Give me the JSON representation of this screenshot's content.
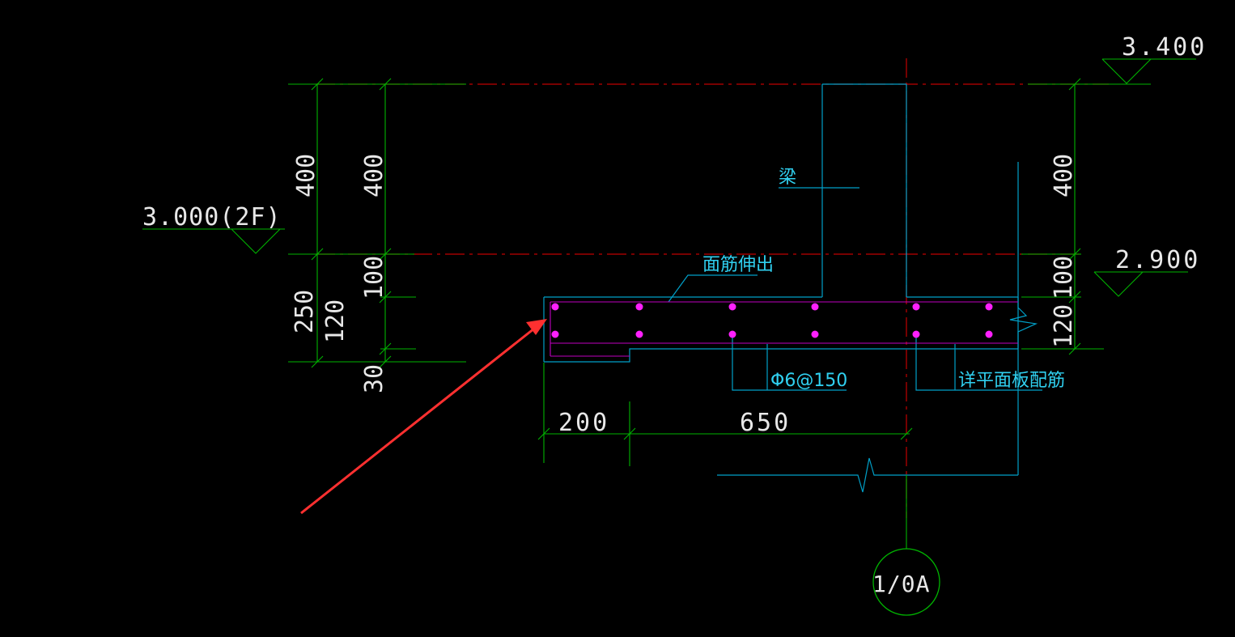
{
  "drawing": {
    "elevations": {
      "top": "3.400",
      "floor": "3.000(2F)",
      "right_mid": "2.900"
    },
    "dimensions": {
      "left_outer_400": "400",
      "left_outer_250": "250",
      "left_inner_400": "400",
      "left_inner_100": "100",
      "left_inner_120": "120",
      "left_inner_30": "30",
      "right_400": "400",
      "right_100": "100",
      "right_120": "120",
      "horiz_200": "200",
      "horiz_650": "650"
    },
    "labels": {
      "beam": "梁",
      "top_rebar_extend": "面筋伸出",
      "stirrup": "Φ6@150",
      "see_plan": "详平面板配筋"
    },
    "axis_bubble": "1/0A"
  },
  "colors": {
    "background": "#000000",
    "dimension": "#00c000",
    "outline": "#00a0c0",
    "rebar": "#ff00ff",
    "axis": "#ff0000",
    "arrow": "#ff3030",
    "text": "#ffffff"
  }
}
